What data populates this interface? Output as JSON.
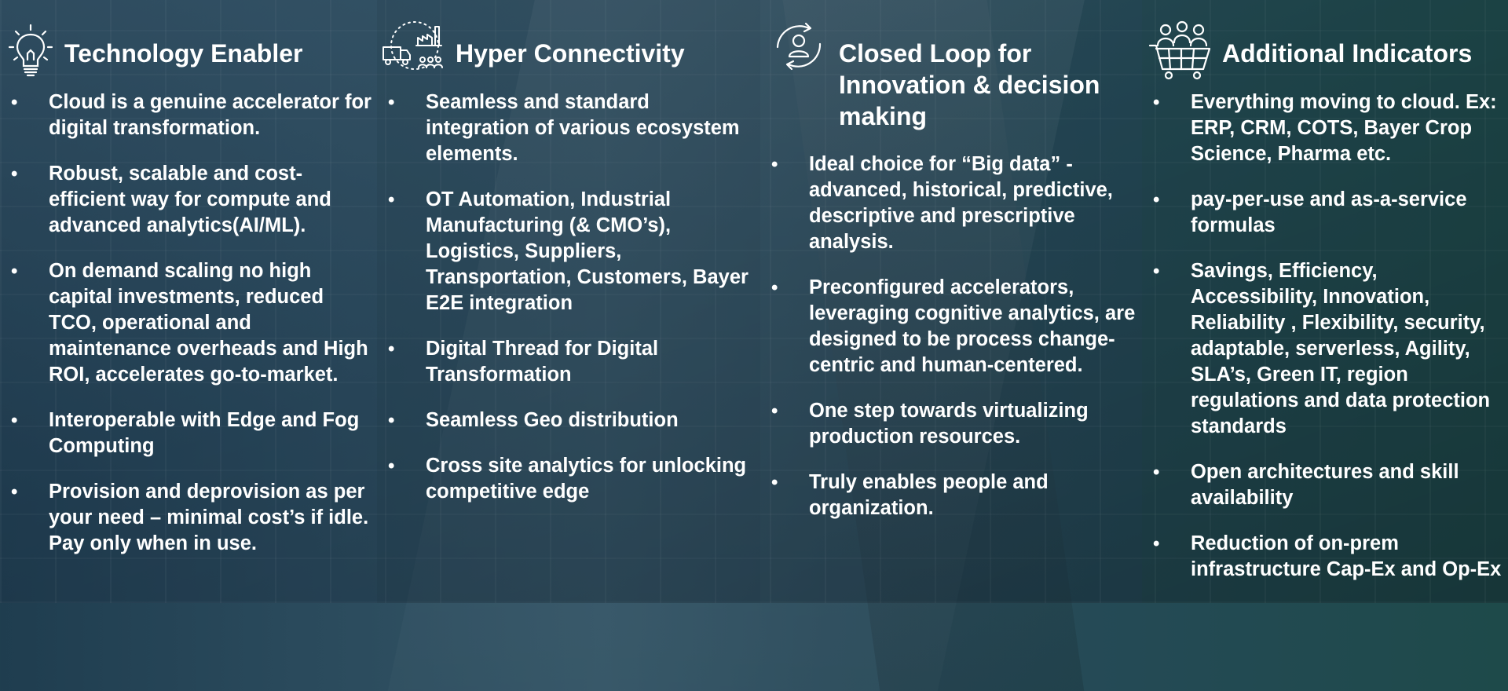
{
  "columns": [
    {
      "title": "Technology Enabler",
      "icon": "lightbulb-icon",
      "bullets": [
        "Cloud is a genuine accelerator for digital transformation.",
        "Robust, scalable and cost-efficient way for compute and advanced analytics(AI/ML).",
        "On demand scaling no high capital investments, reduced TCO, operational and maintenance overheads and High ROI, accelerates go-to-market.",
        "Interoperable with Edge and Fog Computing",
        "Provision and deprovision as per your need – minimal cost’s if idle. Pay only when in use."
      ]
    },
    {
      "title": "Hyper Connectivity",
      "icon": "supply-chain-icon",
      "bullets": [
        "Seamless and standard integration of various ecosystem elements.",
        "OT Automation, Industrial Manufacturing (& CMO’s), Logistics, Suppliers, Transportation, Customers, Bayer E2E integration",
        "Digital Thread for Digital Transformation",
        "Seamless Geo distribution",
        "Cross site analytics for unlocking competitive edge"
      ]
    },
    {
      "title": "Closed Loop for Innovation & decision making",
      "icon": "closed-loop-user-icon",
      "bullets": [
        "Ideal choice for “Big data” - advanced, historical, predictive, descriptive and prescriptive analysis.",
        "Preconfigured accelerators, leveraging cognitive analytics, are designed to be process change-centric and human-centered.",
        "One step towards virtualizing production resources.",
        "Truly enables people and organization."
      ]
    },
    {
      "title": "Additional Indicators",
      "icon": "people-cart-icon",
      "bullets": [
        "Everything moving to cloud. Ex: ERP, CRM, COTS, Bayer Crop Science, Pharma etc.",
        "pay-per-use and as-a-service formulas",
        "Savings, Efficiency, Accessibility, Innovation, Reliability , Flexibility, security, adaptable, serverless, Agility, SLA’s, Green IT, region regulations and data protection standards",
        "Open architectures and skill availability",
        "Reduction of on-prem infrastructure Cap-Ex and Op-Ex"
      ]
    }
  ]
}
